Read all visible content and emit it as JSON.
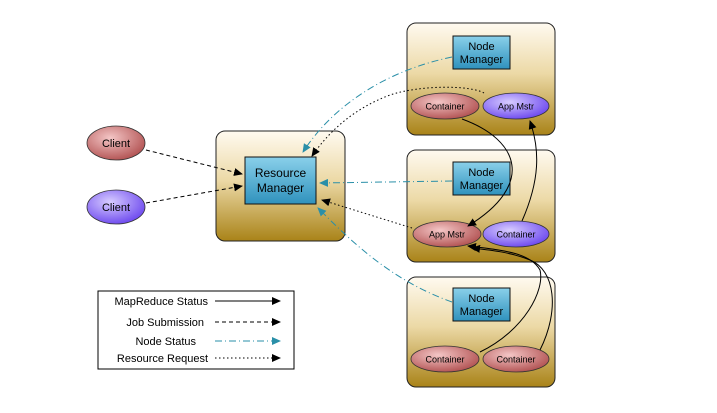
{
  "resource_manager": {
    "line1": "Resource",
    "line2": "Manager"
  },
  "clients": [
    {
      "label": "Client",
      "color": "#c26b6b"
    },
    {
      "label": "Client",
      "color": "#7b5cf0"
    }
  ],
  "nodes": [
    {
      "nm_line1": "Node",
      "nm_line2": "Manager",
      "left_oval": {
        "label": "Container",
        "color": "#c26b6b"
      },
      "right_oval": {
        "label": "App Mstr",
        "color": "#7b5cf0"
      }
    },
    {
      "nm_line1": "Node",
      "nm_line2": "Manager",
      "left_oval": {
        "label": "App Mstr",
        "color": "#c26b6b"
      },
      "right_oval": {
        "label": "Container",
        "color": "#7b5cf0"
      }
    },
    {
      "nm_line1": "Node",
      "nm_line2": "Manager",
      "left_oval": {
        "label": "Container",
        "color": "#c26b6b"
      },
      "right_oval": {
        "label": "Container",
        "color": "#c26b6b"
      }
    }
  ],
  "legend": {
    "items": [
      {
        "label": "MapReduce Status",
        "style": "solid",
        "color": "#000000"
      },
      {
        "label": "Job Submission",
        "style": "dashed",
        "color": "#000000"
      },
      {
        "label": "Node Status",
        "style": "dashdot",
        "color": "#2a8fa8"
      },
      {
        "label": "Resource Request",
        "style": "dotted",
        "color": "#000000"
      }
    ]
  },
  "colors": {
    "box_fill_top": "#fbf3df",
    "box_fill_bottom": "#b08a1e",
    "manager_fill": "#3a9fc9",
    "node_status": "#2a8fa8"
  }
}
